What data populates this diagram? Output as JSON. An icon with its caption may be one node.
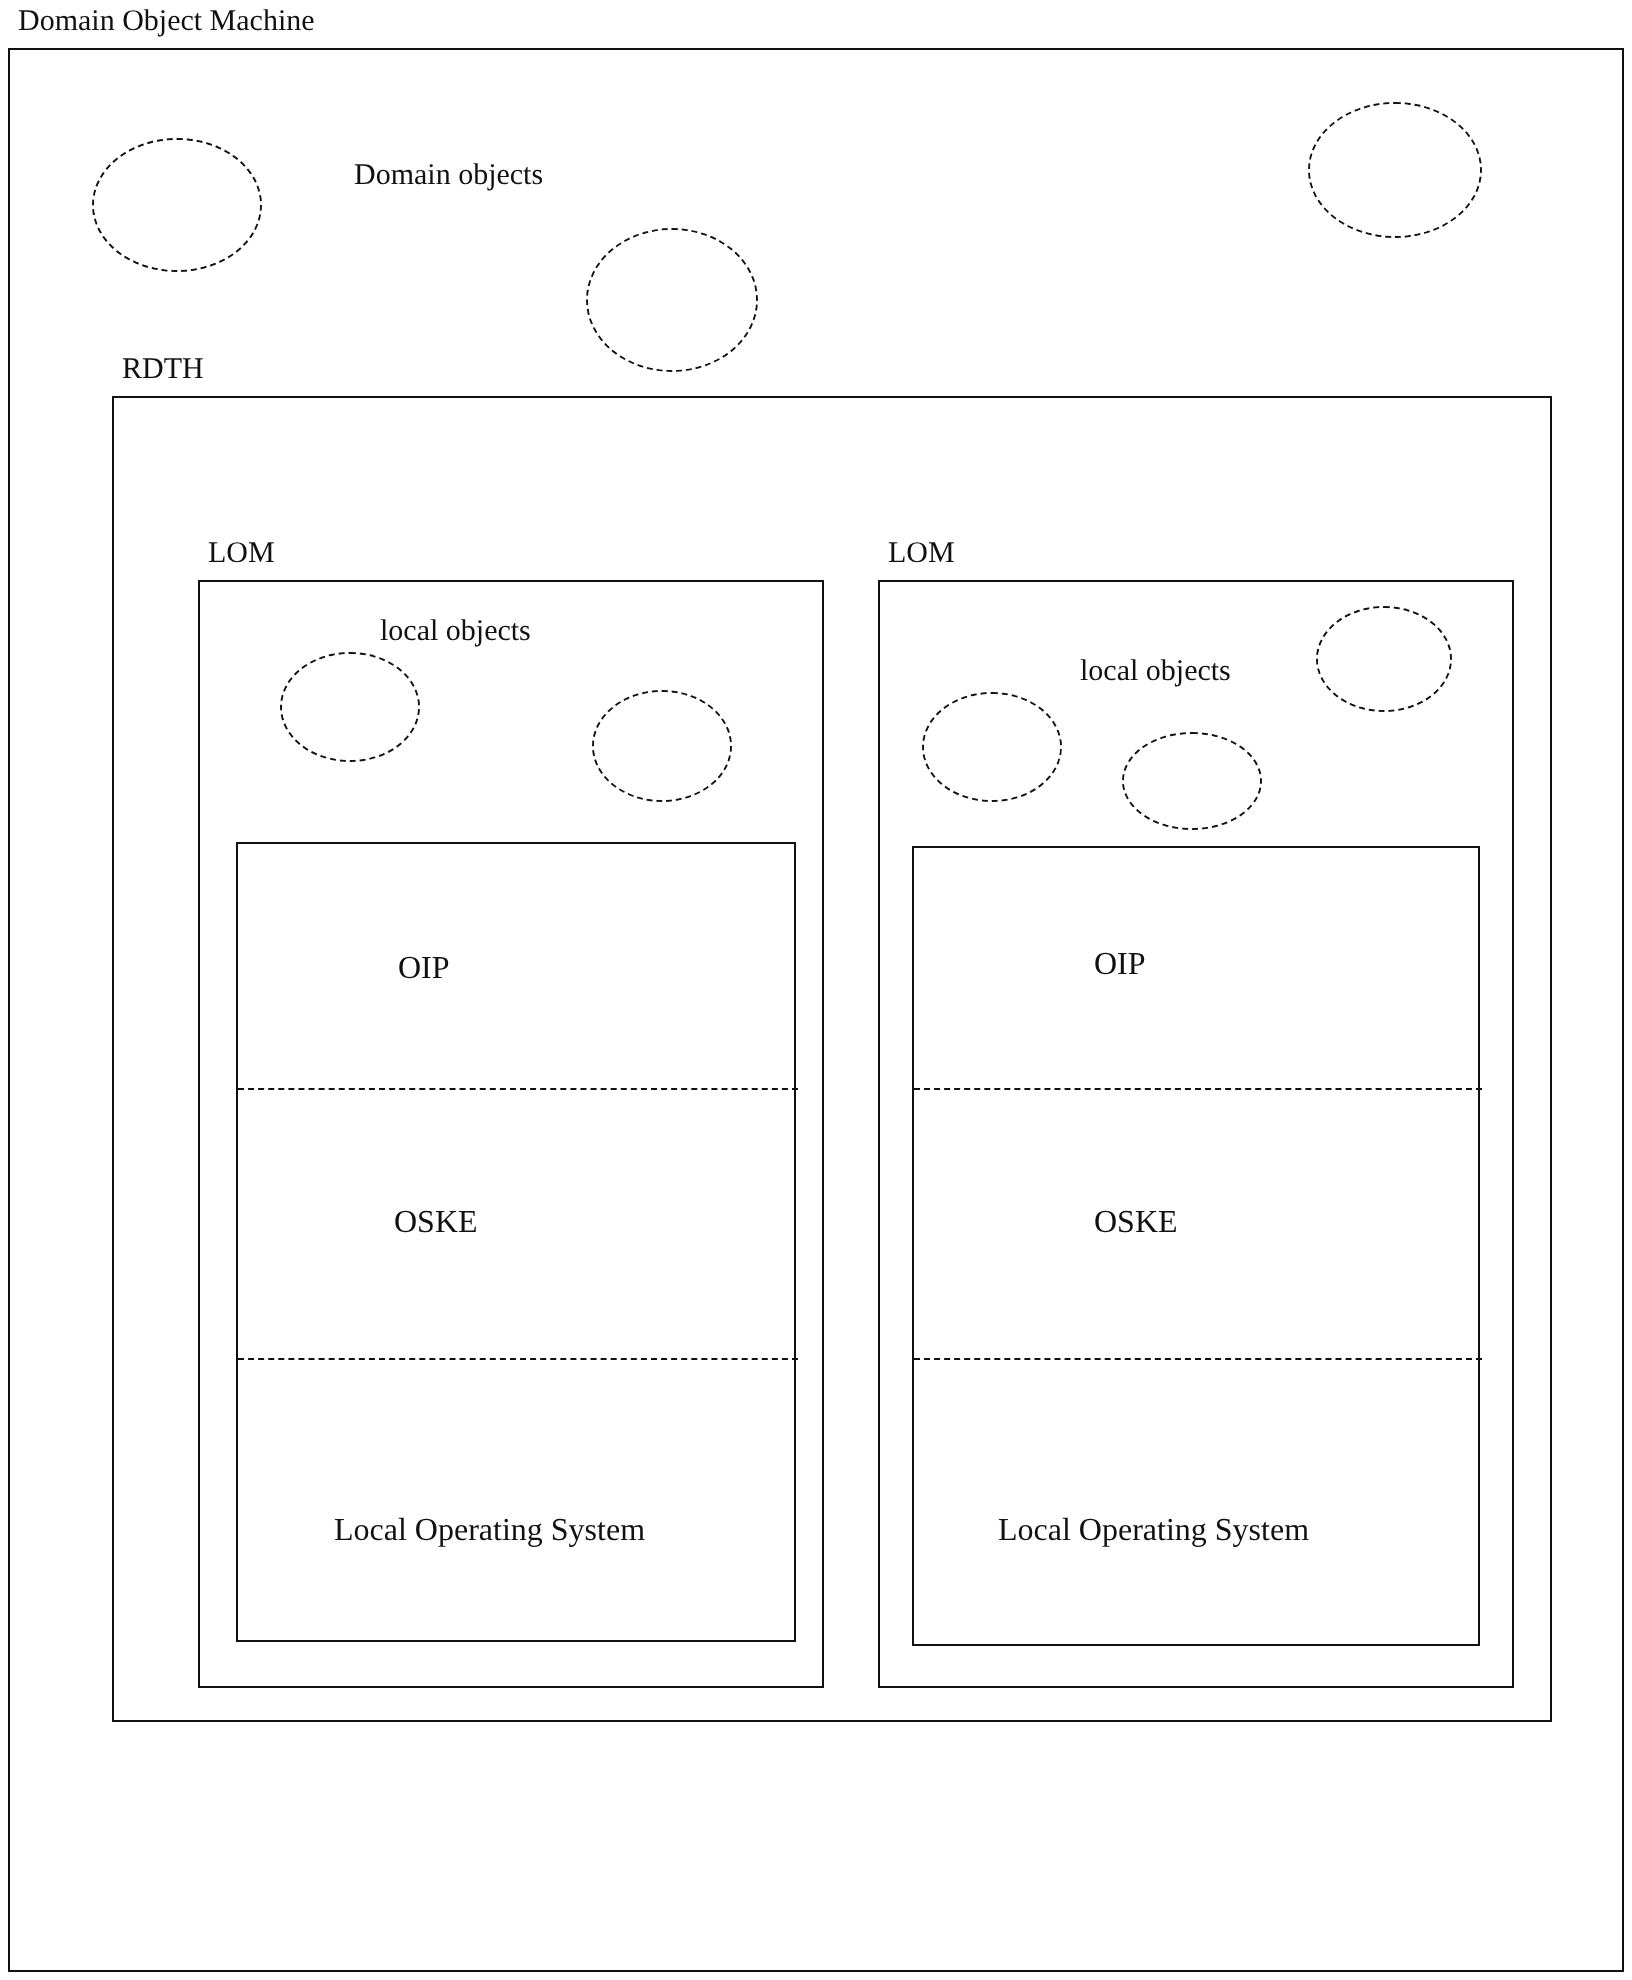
{
  "diagram": {
    "nodes": [
      {
        "text": [
          "Domain Object Machine"
        ]
      },
      {
        "text": [],
        "shape": "circle",
        "in": 0
      },
      {
        "text": [],
        "shape": "circle",
        "in": 0
      },
      {
        "text": [],
        "shape": "circle",
        "in": 0
      },
      {
        "text": [
          "RDTH"
        ],
        "in": 0
      },
      {
        "text": [
          "LOM"
        ],
        "in": 4
      },
      {
        "text": [],
        "shape": "circle",
        "in": 5
      },
      {
        "text": [],
        "shape": "circle",
        "in": 5
      },
      {
        "text": [],
        "shape": "box",
        "in": 5
      },
      {
        "text": [
          "OIP"
        ],
        "in": 8
      },
      {
        "text": [
          "OSKE"
        ],
        "in": 8
      },
      {
        "text": [
          "Local Operating System"
        ],
        "in": 8
      },
      {
        "text": [
          "LOM"
        ],
        "in": 4
      },
      {
        "text": [],
        "shape": "circle",
        "in": 12
      },
      {
        "text": [],
        "shape": "circle",
        "in": 12
      },
      {
        "text": [],
        "shape": "circle",
        "in": 12
      },
      {
        "text": [],
        "shape": "box",
        "in": 12
      },
      {
        "text": [
          "OIP"
        ],
        "in": 16
      },
      {
        "text": [
          "OSKE"
        ],
        "in": 16
      },
      {
        "text": [
          "Local Operating System"
        ],
        "in": 16
      }
    ],
    "labels": [
      "Domain objects",
      "local objects",
      "local objects"
    ]
  }
}
